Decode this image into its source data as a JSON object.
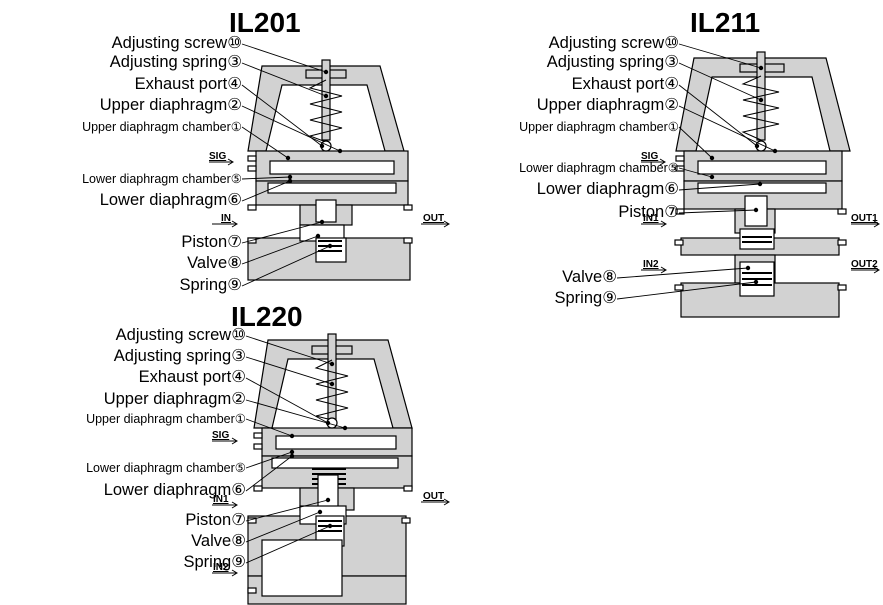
{
  "diagrams": [
    {
      "title": "IL201",
      "labels": [
        {
          "text": "Adjusting screw",
          "num": "⑩"
        },
        {
          "text": "Adjusting spring",
          "num": "③"
        },
        {
          "text": "Exhaust port",
          "num": "④"
        },
        {
          "text": "Upper diaphragm",
          "num": "②"
        },
        {
          "text": "Upper diaphragm chamber",
          "num": "①"
        },
        {
          "text": "Lower diaphragm chamber",
          "num": "⑤"
        },
        {
          "text": "Lower diaphragm",
          "num": "⑥"
        },
        {
          "text": "Piston",
          "num": "⑦"
        },
        {
          "text": "Valve",
          "num": "⑧"
        },
        {
          "text": "Spring",
          "num": "⑨"
        }
      ],
      "ports": [
        "SIG",
        "IN",
        "OUT"
      ]
    },
    {
      "title": "IL211",
      "labels": [
        {
          "text": "Adjusting screw",
          "num": "⑩"
        },
        {
          "text": "Adjusting spring",
          "num": "③"
        },
        {
          "text": "Exhaust port",
          "num": "④"
        },
        {
          "text": "Upper diaphragm",
          "num": "②"
        },
        {
          "text": "Upper diaphragm chamber",
          "num": "①"
        },
        {
          "text": "Lower diaphragm chamber",
          "num": "⑤"
        },
        {
          "text": "Lower diaphragm",
          "num": "⑥"
        },
        {
          "text": "Piston",
          "num": "⑦"
        },
        {
          "text": "Valve",
          "num": "⑧"
        },
        {
          "text": "Spring",
          "num": "⑨"
        }
      ],
      "ports": [
        "SIG",
        "IN1",
        "OUT1",
        "IN2",
        "OUT2"
      ]
    },
    {
      "title": "IL220",
      "labels": [
        {
          "text": "Adjusting screw",
          "num": "⑩"
        },
        {
          "text": "Adjusting spring",
          "num": "③"
        },
        {
          "text": "Exhaust port",
          "num": "④"
        },
        {
          "text": "Upper diaphragm",
          "num": "②"
        },
        {
          "text": "Upper diaphragm chamber",
          "num": "①"
        },
        {
          "text": "Lower diaphragm chamber",
          "num": "⑤"
        },
        {
          "text": "Lower diaphragm",
          "num": "⑥"
        },
        {
          "text": "Piston",
          "num": "⑦"
        },
        {
          "text": "Valve",
          "num": "⑧"
        },
        {
          "text": "Spring",
          "num": "⑨"
        }
      ],
      "ports": [
        "SIG",
        "IN1",
        "OUT",
        "IN2"
      ]
    }
  ]
}
